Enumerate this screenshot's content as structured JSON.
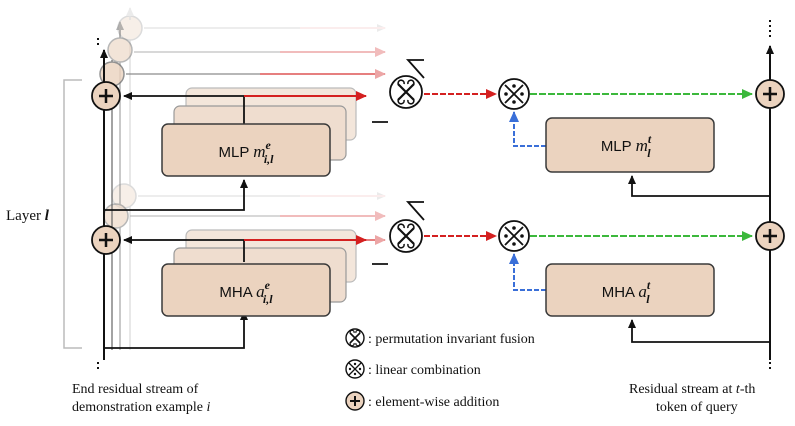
{
  "labels": {
    "layer": "Layer ",
    "layer_var": "l",
    "left_caption_line1": "End residual stream of",
    "left_caption_line2": "demonstration example ",
    "left_caption_var": "i",
    "right_caption_line1_pre": "Residual stream at ",
    "right_caption_line1_var": "t",
    "right_caption_line1_post": "-th",
    "right_caption_line2": "token of query"
  },
  "blocks": {
    "demo_mlp": {
      "prefix": "MLP ",
      "var": "m",
      "sup": "e",
      "sub": "i,l"
    },
    "demo_mha": {
      "prefix": "MHA ",
      "var": "a",
      "sup": "e",
      "sub": "i,l"
    },
    "query_mlp": {
      "prefix": "MLP ",
      "var": "m",
      "sup": "t",
      "sub": "l"
    },
    "query_mha": {
      "prefix": "MHA ",
      "var": "a",
      "sup": "t",
      "sub": "l"
    }
  },
  "legend": [
    {
      "icon": "permutation-fusion-icon",
      "text": ": permutation invariant fusion"
    },
    {
      "icon": "linear-combination-icon",
      "text": ": linear combination"
    },
    {
      "icon": "element-wise-addition-icon",
      "text": ": element-wise addition"
    }
  ],
  "colors": {
    "block_fill": "#ebd3bf",
    "block_stroke": "#3a3a3a",
    "red_arrow": "#d42020",
    "green_arrow": "#3cb83c",
    "blue_arrow": "#3a6fd8",
    "black": "#111111"
  }
}
